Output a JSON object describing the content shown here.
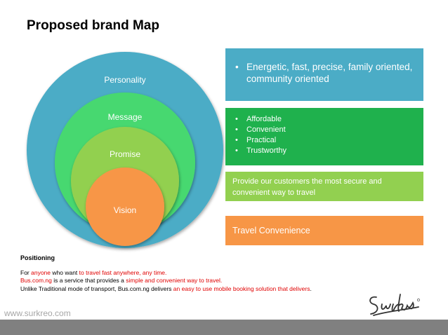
{
  "title": "Proposed brand Map",
  "rings": [
    {
      "label": "Personality",
      "color": "#4bacc6"
    },
    {
      "label": "Message",
      "color": "#46d870"
    },
    {
      "label": "Promise",
      "color": "#92d050"
    },
    {
      "label": "Vision",
      "color": "#f79646"
    }
  ],
  "boxes": {
    "personality": {
      "items": [
        "Energetic, fast, precise, family oriented, community oriented"
      ],
      "color": "#4bacc6"
    },
    "message": {
      "items": [
        "Affordable",
        "Convenient",
        "Practical",
        "Trustworthy"
      ],
      "color": "#1fb14d"
    },
    "promise": {
      "text": "Provide our customers the most secure and convenient way to travel",
      "color": "#92d050"
    },
    "vision": {
      "text": "Travel Convenience",
      "color": "#f79646"
    }
  },
  "positioning": {
    "heading": "Positioning",
    "line1": {
      "p1": "For ",
      "h1": "anyone",
      "p2": " who want ",
      "h2": "to travel fast anywhere, any time."
    },
    "line2": {
      "h1": "Bus.com.ng",
      "p1": " is a service that provides a ",
      "h2": "simple and convenient way to travel."
    },
    "line3": {
      "p1": "Unlike Traditional mode of transport, Bus.com.ng delivers ",
      "h1": "an easy to use mobile booking solution that delivers",
      "p2": "."
    }
  },
  "footer": {
    "url": "www.surkreo.com"
  }
}
